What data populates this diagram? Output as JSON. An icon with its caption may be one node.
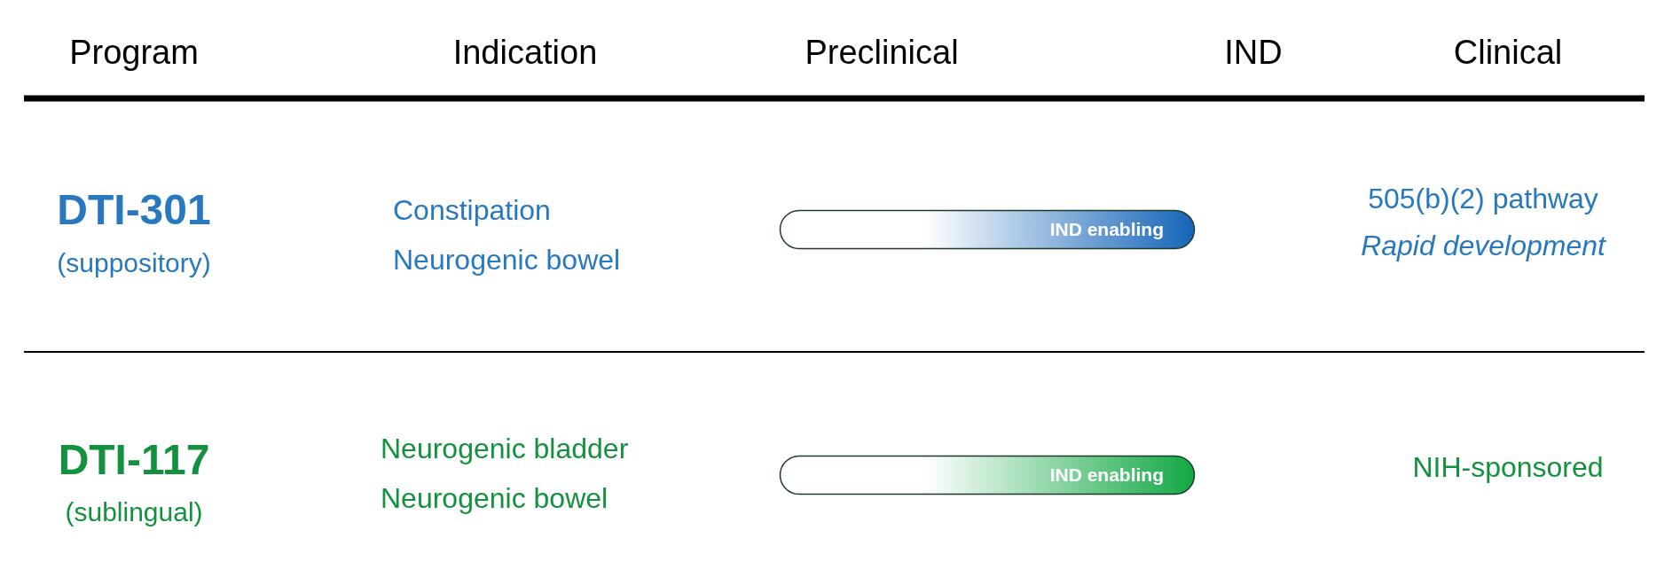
{
  "diagram": {
    "nodes": [
      {
        "text": [
          "IND enabling"
        ]
      },
      {
        "text": [
          "IND enabling"
        ]
      }
    ],
    "labels": [
      "Program",
      "Indication",
      "Preclinical",
      "IND",
      "Clinical",
      "DTI-301",
      "(suppository)",
      "Constipation",
      "Neurogenic bowel",
      "505(b)(2) pathway",
      "Rapid development",
      "DTI-117",
      "(sublingual)",
      "Neurogenic bladder",
      "Neurogenic bowel",
      "NIH-sponsored"
    ]
  }
}
